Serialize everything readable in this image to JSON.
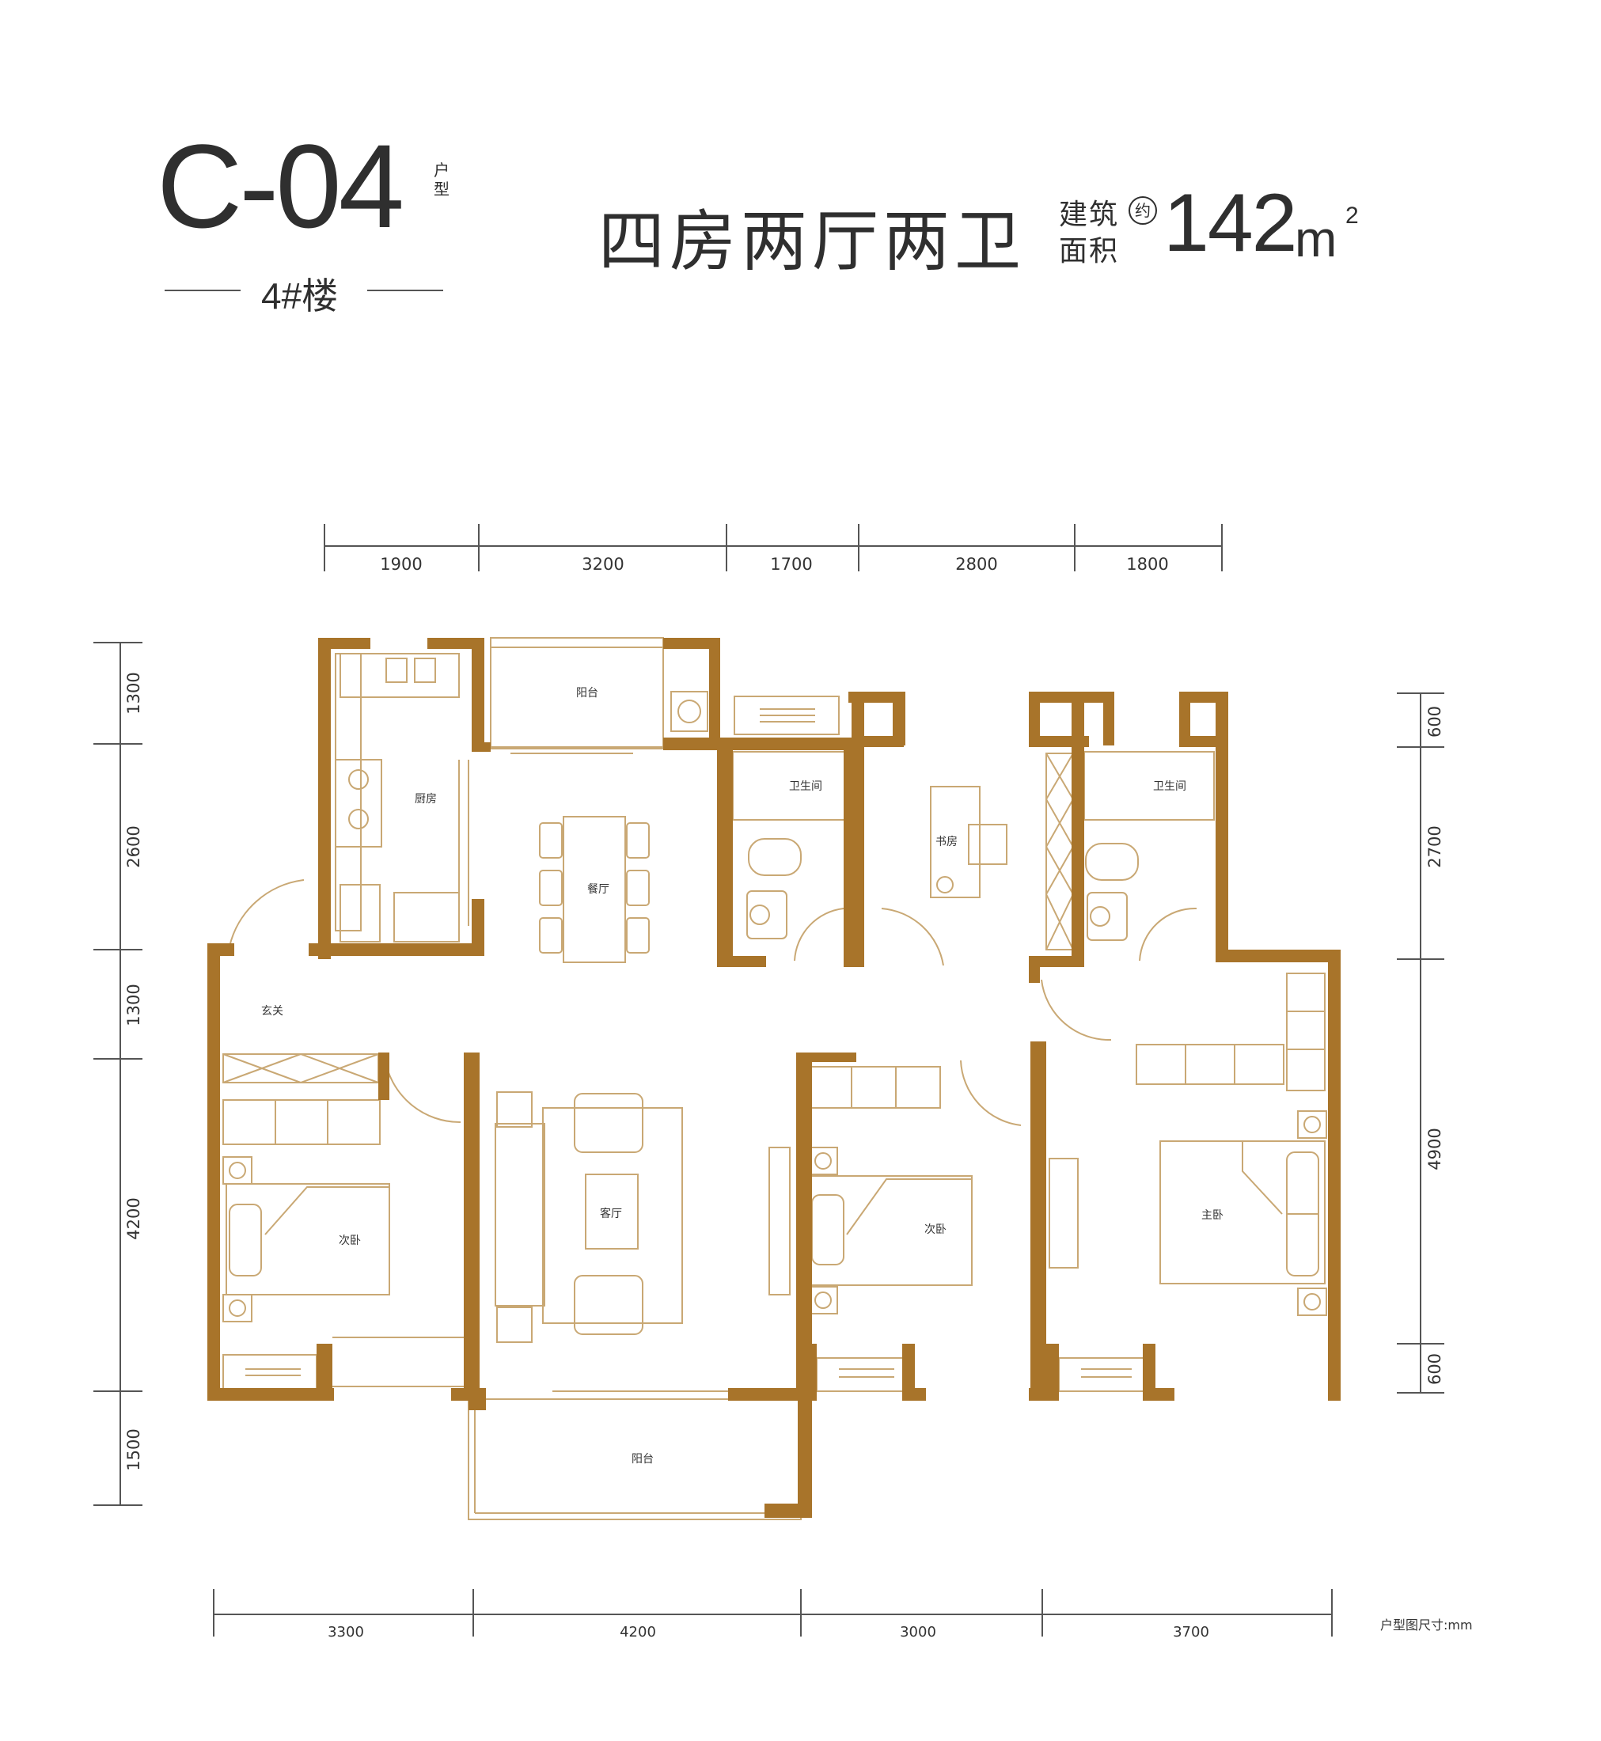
{
  "header": {
    "unit_code": "C-04",
    "unit_code_suffix": "户型",
    "building": "4#楼",
    "layout_name": "四房两厅两卫",
    "area_label_line1": "建筑",
    "area_label_line2": "面积",
    "area_approx": "约",
    "area_value": "142",
    "area_unit": "m",
    "area_unit_exp": "2"
  },
  "dimensions": {
    "top": [
      "1900",
      "3200",
      "1700",
      "2800",
      "1800"
    ],
    "bottom": [
      "3300",
      "4200",
      "3000",
      "3700"
    ],
    "left": [
      "1300",
      "2600",
      "1300",
      "4200",
      "1500"
    ],
    "right": [
      "600",
      "2700",
      "4900",
      "600"
    ],
    "unit_note": "户型图尺寸:mm"
  },
  "rooms": {
    "balcony_north": "阳台",
    "kitchen": "厨房",
    "dining": "餐厅",
    "bathroom_1": "卫生间",
    "study": "书房",
    "bathroom_2": "卫生间",
    "entrance": "玄关",
    "living": "客厅",
    "bedroom_west": "次卧",
    "bedroom_middle": "次卧",
    "master_bedroom": "主卧",
    "balcony_south": "阳台"
  },
  "colors": {
    "wall": "#a8742a",
    "line": "#b99258",
    "text": "#2f2f2f"
  }
}
